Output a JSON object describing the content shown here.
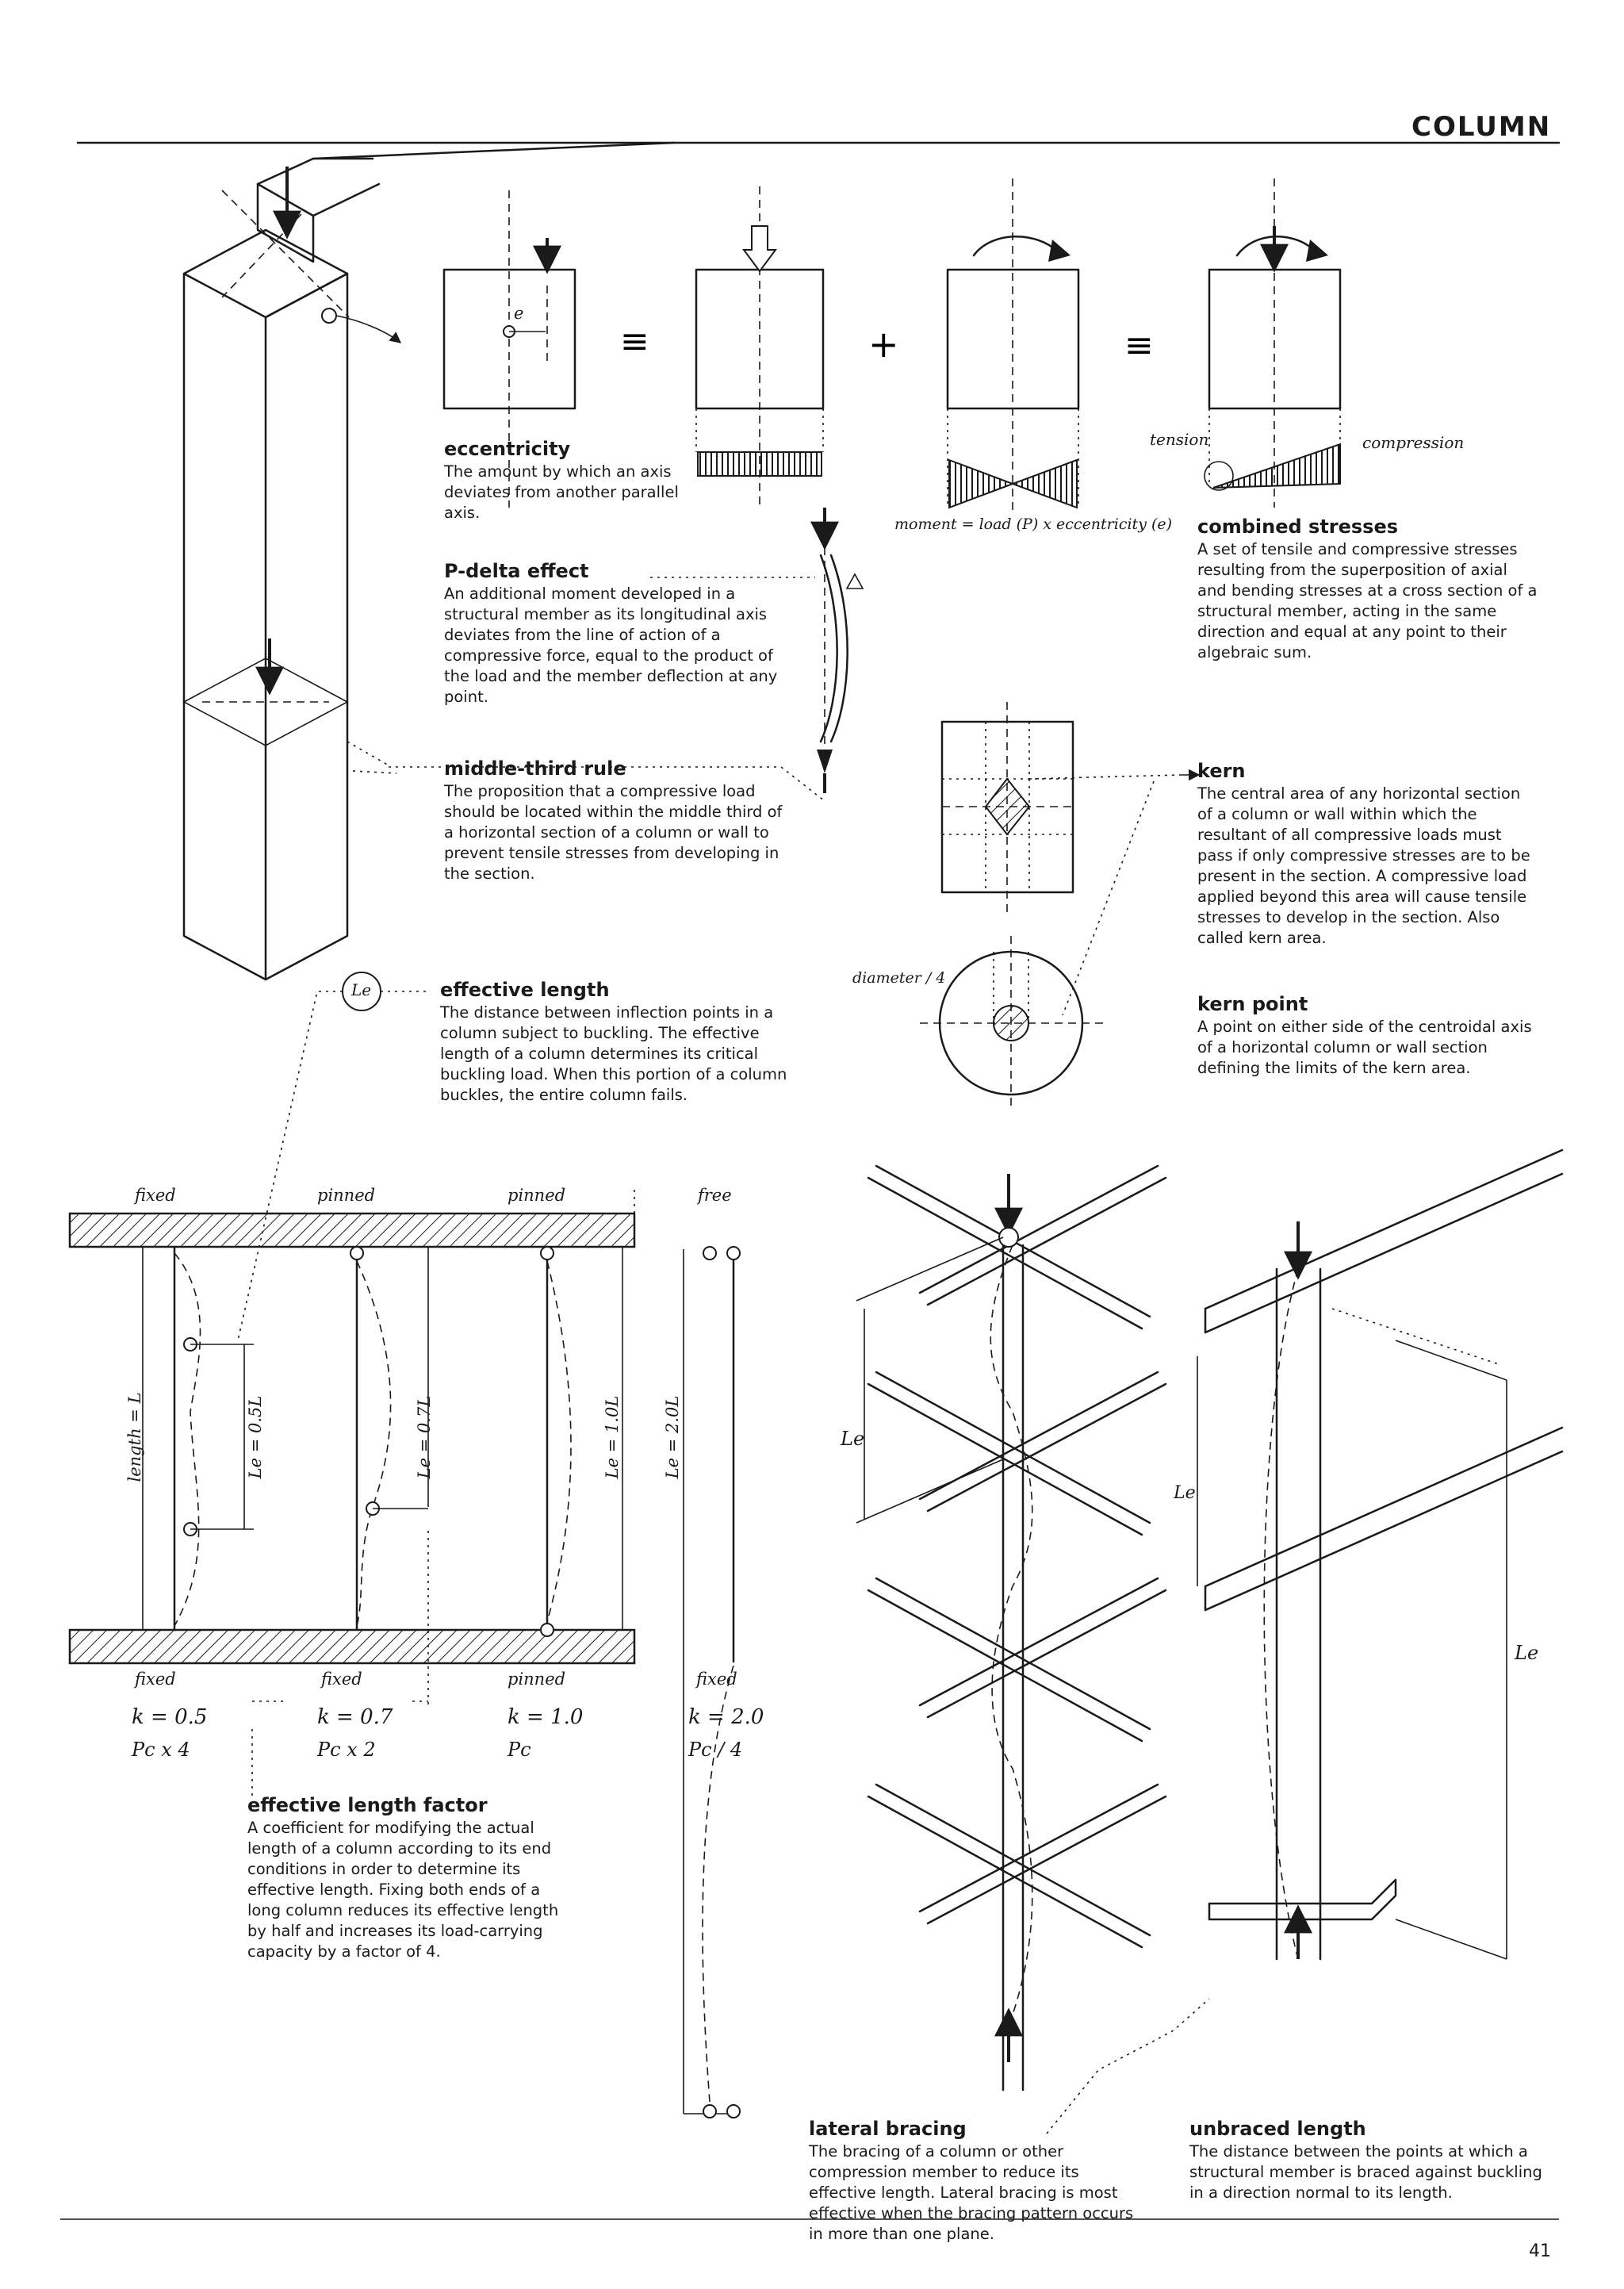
{
  "header": {
    "title": "COLUMN"
  },
  "page_number": "41",
  "glossary": {
    "eccentricity": {
      "term": "eccentricity",
      "definition": "The amount by which an axis deviates from another parallel axis."
    },
    "p_delta": {
      "term": "P-delta effect",
      "definition": "An additional moment developed in a structural member as its longitudinal axis deviates from the line of action of a compressive force, equal to the product of the load and the member deflection at any point."
    },
    "middle_third": {
      "term": "middle-third rule",
      "definition": "The proposition that a compressive load should be located within the middle third of a horizontal section of a column or wall to prevent tensile stresses from developing in the section."
    },
    "effective_length": {
      "term": "effective length",
      "definition": "The distance between inflection points in a column subject to buckling. The effective length of a column determines its critical buckling load. When this portion of a column buckles, the entire column fails."
    },
    "combined_stresses": {
      "term": "combined stresses",
      "definition": "A set of tensile and compressive stresses resulting from the superposition of axial and bending stresses at a cross section of a structural member, acting in the same direction and equal at any point to their algebraic sum."
    },
    "kern": {
      "term": "kern",
      "definition": "The central area of any horizontal section of a column or wall within which the resultant of all compressive loads must pass if only compressive stresses are to be present in the section. A compressive load applied beyond this area will cause tensile stresses to develop in the section. Also called kern area."
    },
    "kern_point": {
      "term": "kern point",
      "definition": "A point on either side of the centroidal axis of a horizontal column or wall section defining the limits of the kern area."
    },
    "effective_length_factor": {
      "term": "effective length factor",
      "definition": "A coefficient for modifying the actual length of a column according to its end conditions in order to determine its effective length. Fixing both ends of a long column reduces its effective length by half and increases its load-carrying capacity by a factor of 4."
    },
    "lateral_bracing": {
      "term": "lateral bracing",
      "definition": "The bracing of a column or other compression member to reduce its effective length. Lateral bracing is most effective when the bracing pattern occurs in more than one plane."
    },
    "unbraced_length": {
      "term": "unbraced length",
      "definition": "The distance between the points at which a structural member is braced against buckling in a direction normal to its length."
    }
  },
  "labels": {
    "e": "e",
    "equals": "≡",
    "plus": "+",
    "tension": "tension",
    "compression": "compression",
    "moment_formula": "moment = load (P) x eccentricity (e)",
    "diameter": "diameter / 4",
    "le_circle": "Le",
    "le_bracing": "Le",
    "le_unbraced_small": "Le",
    "le_unbraced": "Le"
  },
  "end_conditions": {
    "length_label": "length = L",
    "columns": [
      {
        "top": "fixed",
        "bottom": "fixed",
        "le": "Le = 0.5L",
        "k": "k = 0.5",
        "p": "Pc x 4"
      },
      {
        "top": "pinned",
        "bottom": "fixed",
        "le": "Le = 0.7L",
        "k": "k = 0.7",
        "p": "Pc x 2"
      },
      {
        "top": "pinned",
        "bottom": "pinned",
        "le": "Le = 1.0L",
        "k": "k = 1.0",
        "p": "Pc"
      },
      {
        "top": "free",
        "bottom": "fixed",
        "le": "Le = 2.0L",
        "k": "k = 2.0",
        "p": "Pc / 4"
      }
    ]
  }
}
